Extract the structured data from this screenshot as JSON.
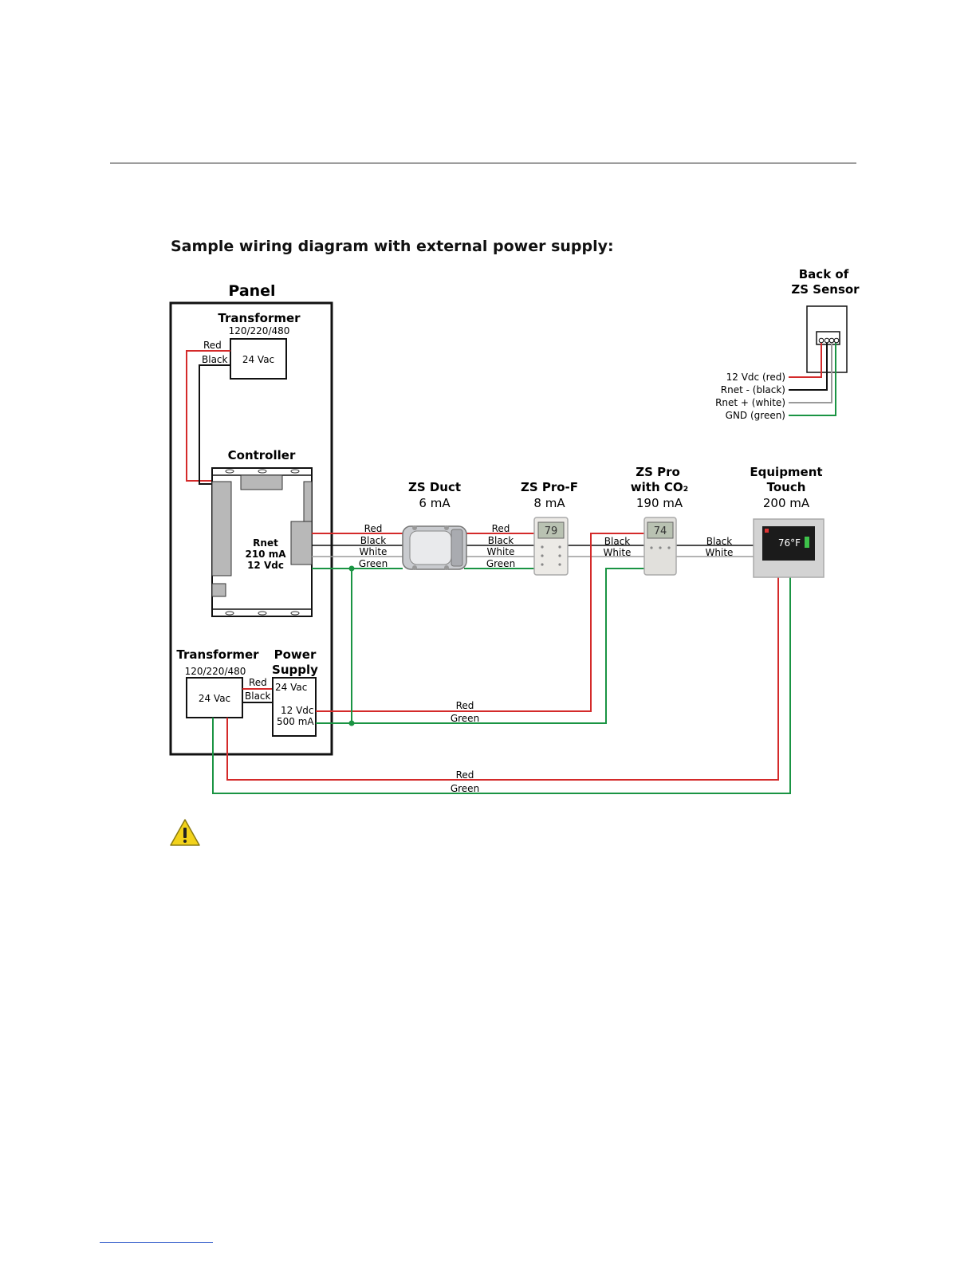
{
  "heading": "Sample wiring diagram with external power supply:",
  "panel": {
    "title": "Panel"
  },
  "transformer_top": {
    "title": "Transformer",
    "voltages": "120/220/480",
    "output": "24 Vac",
    "wire_red": "Red",
    "wire_black": "Black"
  },
  "controller": {
    "title": "Controller",
    "port": "Rnet",
    "current": "210 mA",
    "voltage": "12 Vdc"
  },
  "transformer_bottom": {
    "title": "Transformer",
    "voltages": "120/220/480",
    "output": "24 Vac",
    "wire_red": "Red",
    "wire_black": "Black"
  },
  "power_supply": {
    "title_line1": "Power",
    "title_line2": "Supply",
    "input": "24 Vac",
    "output_voltage": "12 Vdc",
    "output_current": "500 mA"
  },
  "zs_sensor_back": {
    "title_line1": "Back of",
    "title_line2": "ZS Sensor",
    "terminals": [
      "12 Vdc (red)",
      "Rnet - (black)",
      "Rnet + (white)",
      "GND (green)"
    ]
  },
  "devices": {
    "zs_duct": {
      "name": "ZS Duct",
      "current": "6 mA"
    },
    "zs_pro_f": {
      "name": "ZS Pro-F",
      "current": "8 mA",
      "display": "79"
    },
    "zs_pro_co2": {
      "name_line1": "ZS Pro",
      "name_line2": "with CO₂",
      "current": "190 mA",
      "display": "74"
    },
    "equipment_touch": {
      "name_line1": "Equipment",
      "name_line2": "Touch",
      "current": "200 mA",
      "display": "76°F"
    }
  },
  "wire_labels": {
    "ctrl_to_duct": [
      "Red",
      "Black",
      "White",
      "Green"
    ],
    "duct_to_prof": [
      "Red",
      "Black",
      "White",
      "Green"
    ],
    "prof_to_pro": [
      "Black",
      "White"
    ],
    "pro_to_touch": [
      "Black",
      "White"
    ],
    "ps_run": [
      "Red",
      "Green"
    ],
    "tx_run": [
      "Red",
      "Green"
    ]
  },
  "colors": {
    "red": "#d42a2a",
    "black": "#111111",
    "white_wire": "#9a9a9a",
    "green": "#1a9443",
    "caution": "#f2d21b"
  },
  "icons": [
    "caution-icon"
  ]
}
